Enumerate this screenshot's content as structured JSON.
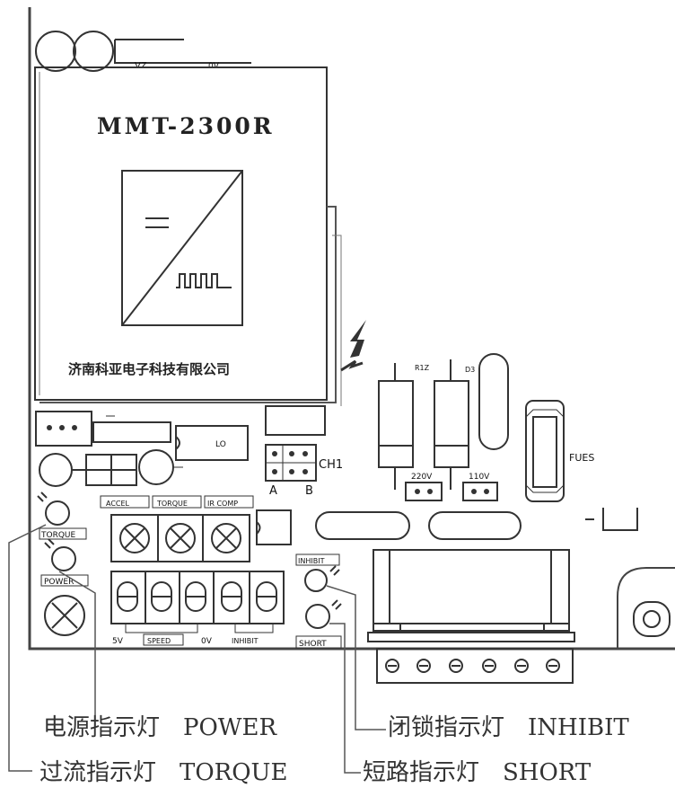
{
  "module": {
    "model": "MMT-2300R",
    "company": "济南科亚电子科技有限公司",
    "top_labels": [
      "VZ",
      "0V.."
    ]
  },
  "labels": {
    "ch1": "CH1",
    "jumper_a": "A",
    "jumper_b": "B",
    "fuse": "FUES",
    "lo": "LO",
    "v220": "220V",
    "v110": "110V",
    "r1": "R1Z",
    "r2": "D3",
    "accel": "ACCEL",
    "torque_pot": "TORQUE",
    "ir_comp": "IR COMP",
    "torque_led": "TORQUE",
    "power_led": "POWER",
    "inhibit_led": "INHIBIT",
    "short_led": "SHORT",
    "term_5v": "5V",
    "speed": "SPEED",
    "term_0v": "0V",
    "inhibit_term": "INHIBIT"
  },
  "callouts": {
    "power": "电源指示灯　POWER",
    "torque": "过流指示灯　TORQUE",
    "inhibit": "闭锁指示灯　INHIBIT",
    "short": "短路指示灯　SHORT"
  }
}
